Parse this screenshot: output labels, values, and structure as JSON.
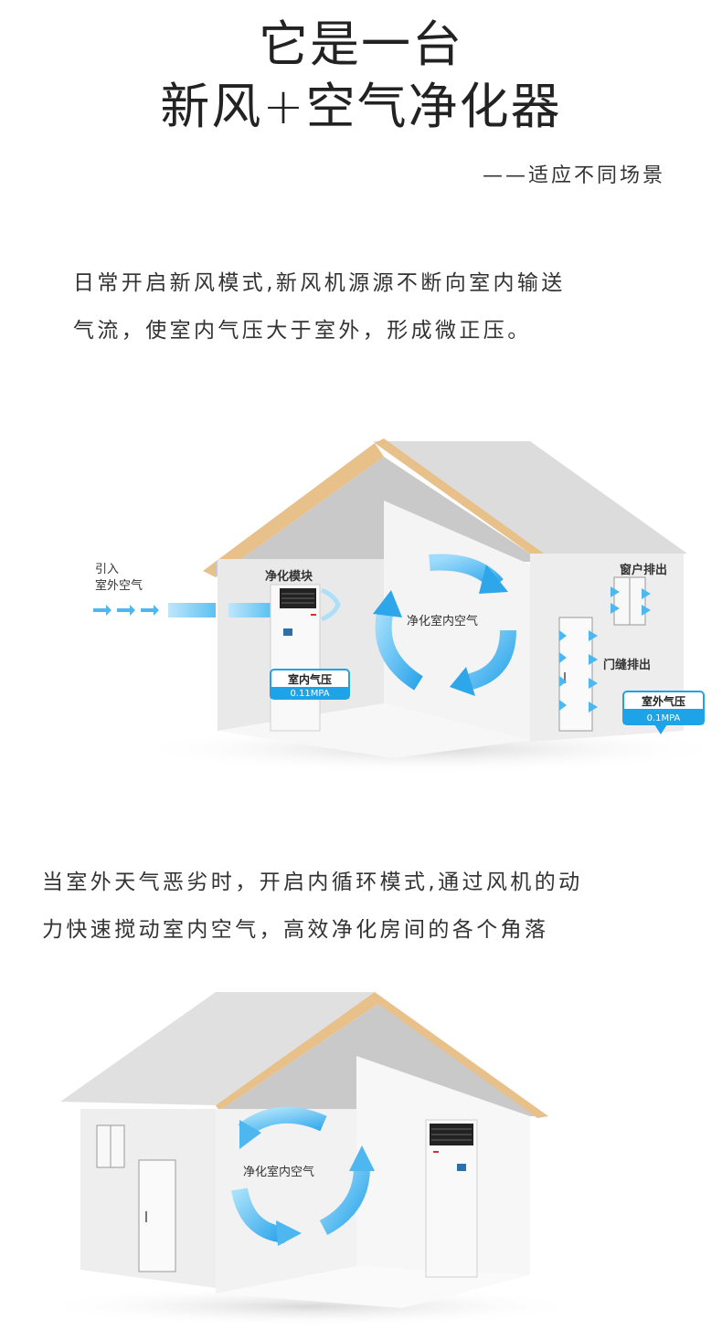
{
  "title": {
    "line1": "它是一台",
    "line2": "新风+空气净化器"
  },
  "subtitle": "——适应不同场景",
  "section1": {
    "paragraph_line1": "日常开启新风模式,新风机源源不断向室内输送",
    "paragraph_line2": "气流，使室内气压大于室外，形成微正压。",
    "labels": {
      "intake_line1": "引入",
      "intake_line2": "室外空气",
      "purify_module": "净化模块",
      "purify_indoor": "净化室内空气",
      "window_exhaust": "窗户排出",
      "door_exhaust": "门缝排出",
      "indoor_pressure": "室内气压",
      "indoor_pressure_value": "0.11MPA",
      "outdoor_pressure": "室外气压",
      "outdoor_pressure_value": "0.1MPA"
    }
  },
  "section2": {
    "paragraph_line1": "当室外天气恶劣时，开启内循环模式,通过风机的动",
    "paragraph_line2": "力快速搅动室内空气，高效净化房间的各个角落",
    "labels": {
      "purify_indoor": "净化室内空气"
    }
  },
  "colors": {
    "roof_edge": "#e8c08a",
    "wall": "#ededed",
    "arrow_blue": "#4fb7f0",
    "badge_blue": "#1fa3e8"
  }
}
